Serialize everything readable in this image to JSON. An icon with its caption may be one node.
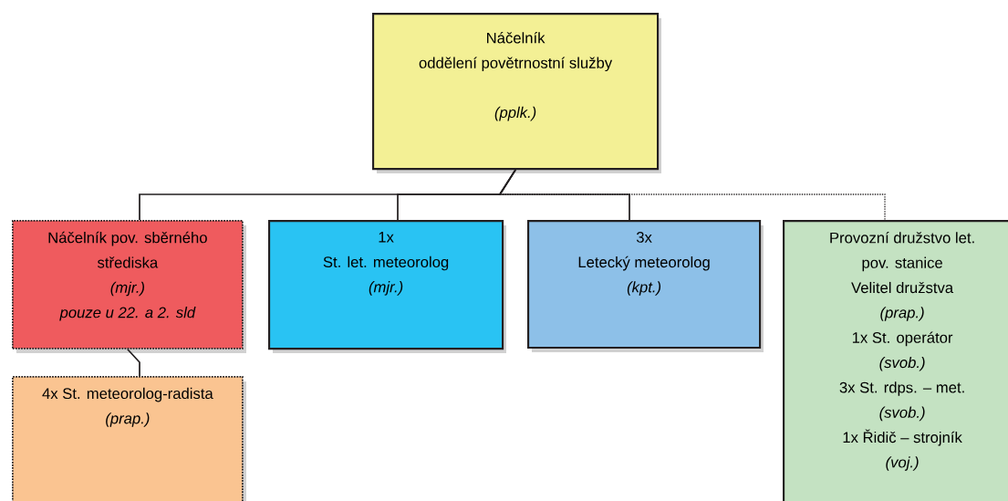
{
  "diagram": {
    "nodes": [
      {
        "text": [
          "Náčelník",
          "oddělení povětrnostní služby",
          "(pplk.)"
        ]
      },
      {
        "text": [
          "Náčelník pov. sběrného střediska",
          "(mjr.)",
          "pouze u 22. a 2. sld"
        ]
      },
      {
        "text": [
          "1x",
          "St. let. meteorolog",
          "(mjr.)"
        ]
      },
      {
        "text": [
          "3x",
          "Letecký meteorolog",
          "(kpt.)"
        ]
      },
      {
        "text": [
          "Provozní družstvo let. pov. stanice",
          "Velitel družstva",
          "(prap.)",
          "1x St. operátor",
          "(svob.)",
          "3x St. rdps. – met.",
          "(svob.)",
          "1x Řidič – strojník",
          "(voj.)"
        ]
      },
      {
        "text": [
          "4x St. meteorolog-radista",
          "(prap.)"
        ]
      }
    ],
    "edges": [
      {
        "from": 0,
        "to": 1,
        "arrow": "none"
      },
      {
        "from": 0,
        "to": 2,
        "arrow": "none"
      },
      {
        "from": 0,
        "to": 3,
        "arrow": "none"
      },
      {
        "from": 0,
        "to": 4,
        "arrow": "none",
        "style": "dashed"
      },
      {
        "from": 1,
        "to": 5,
        "arrow": "none"
      }
    ]
  }
}
